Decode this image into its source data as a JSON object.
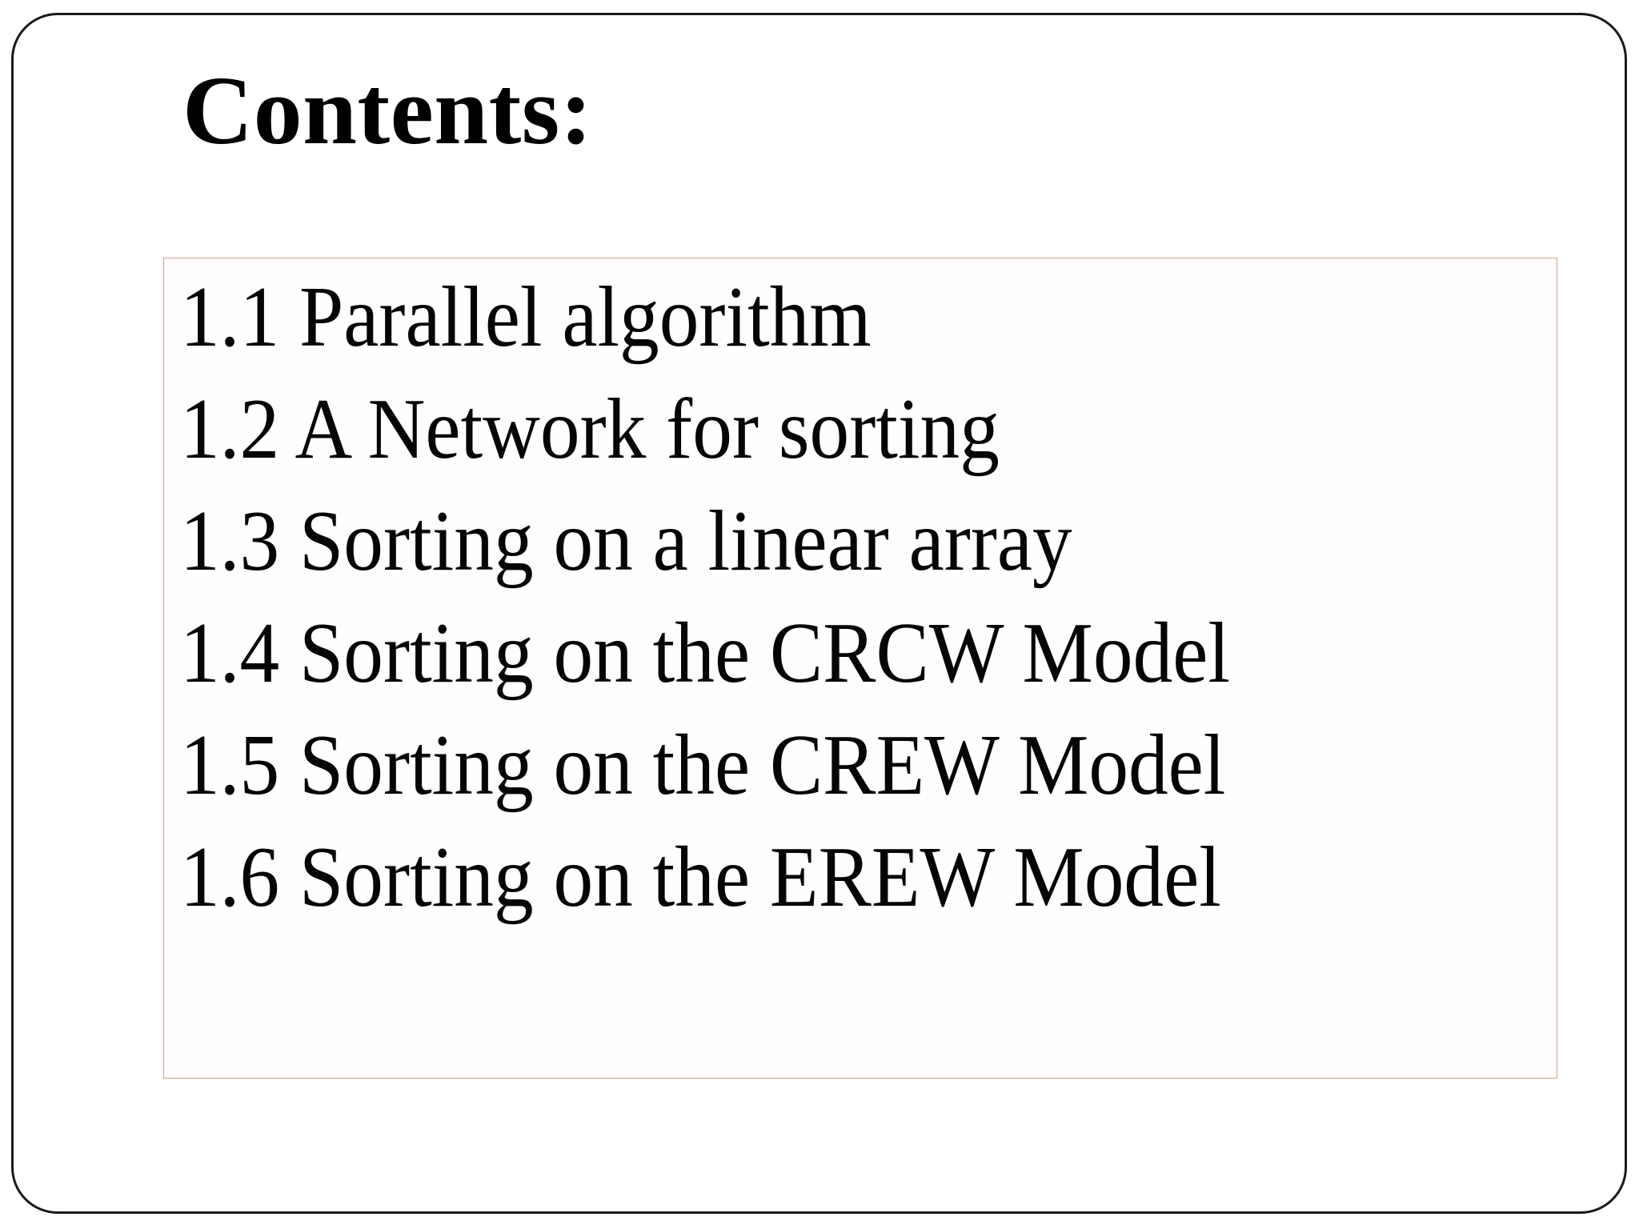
{
  "slide": {
    "frame_color": "#1a1a1a",
    "background_color": "#ffffff"
  },
  "title": {
    "text": "Contents:",
    "color": "#000000"
  },
  "content_box": {
    "border_color": "#d6a091",
    "background_color": "#fffdfd"
  },
  "toc": {
    "items": [
      {
        "number": "1.1",
        "label": "Parallel algorithm",
        "text": "1.1 Parallel algorithm"
      },
      {
        "number": "1.2",
        "label": "A Network for sorting",
        "text": "1.2 A Network for sorting"
      },
      {
        "number": "1.3",
        "label": "Sorting on a linear array",
        "text": "1.3 Sorting on a linear array"
      },
      {
        "number": "1.4",
        "label": "Sorting on the CRCW Model",
        "text": "1.4 Sorting on the CRCW Model"
      },
      {
        "number": "1.5",
        "label": "Sorting on the CREW Model",
        "text": "1.5 Sorting on the CREW Model"
      },
      {
        "number": "1.6",
        "label": "Sorting on the EREW Model",
        "text": "1.6 Sorting on the EREW Model"
      }
    ]
  }
}
